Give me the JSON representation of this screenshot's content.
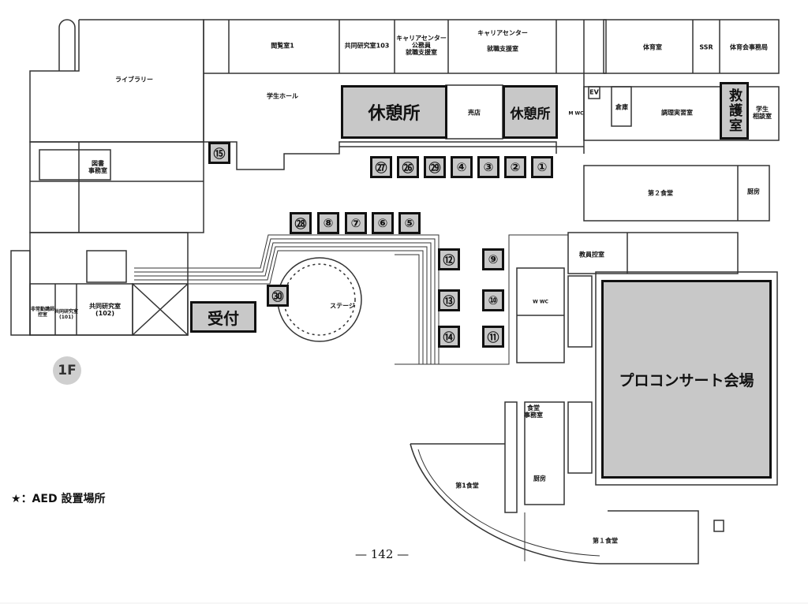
{
  "floor_badge": "1F",
  "legend": {
    "star": "★",
    "text": "：AED 設置場所"
  },
  "page_number": "— 142 —",
  "highlighted": {
    "rest_area_1": "休憩所",
    "rest_area_2": "休憩所",
    "first_aid": "救護室",
    "reception": "受付",
    "concert_hall": "プロコンサート会場"
  },
  "rooms": {
    "library": "ライブラリー",
    "reading_room": "閲覧室1",
    "joint_research_103": "共同研究室103",
    "career_civil": "キャリアセンター\n公務員\n就職支援室",
    "career_center": "キャリアセンター",
    "career_support": "就職支援室",
    "student_hall": "学生ホール",
    "shop": "売店",
    "gym_room": "体育室",
    "ssr": "SSR",
    "athletic_office": "体育会事務局",
    "ev": "EV",
    "storage": "倉庫",
    "cooking_room": "調理実習室",
    "counseling": "学生\n相談室",
    "cafeteria_2": "第２食堂",
    "kitchen_2": "厨房",
    "library_office": "図書\n事務室",
    "joint_research_102": "共同研究室\n(102)",
    "small_room_a": "非常勤講師\n控室",
    "small_room_b": "共同研究室\n(101)",
    "stage": "ステージ",
    "faculty_lounge": "教員控室",
    "cafeteria_office": "食堂\n事務室",
    "kitchen_1": "厨房",
    "cafeteria_1a": "第1食堂",
    "cafeteria_1b": "第１食堂",
    "wc_m": "M WC",
    "wc_w": "W WC"
  },
  "booths": [
    "⑮",
    "㉗",
    "㉖",
    "㉙",
    "④",
    "③",
    "②",
    "①",
    "㉘",
    "⑧",
    "⑦",
    "⑥",
    "⑤",
    "⑫",
    "⑨",
    "⑬",
    "⑩",
    "⑭",
    "⑪",
    "㉚"
  ]
}
